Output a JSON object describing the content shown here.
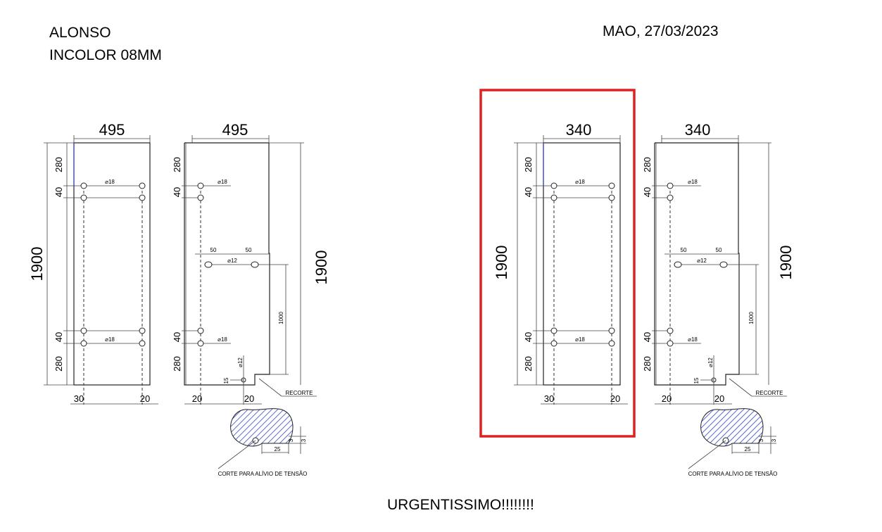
{
  "header": {
    "client": "ALONSO",
    "material": "INCOLOR 08MM",
    "place_date": "MAO, 27/03/2023"
  },
  "footer": {
    "note": "URGENTISSIMO!!!!!!!!"
  },
  "highlight_color": "#e02020",
  "panels": [
    {
      "width": "495",
      "height": "1900",
      "top_offsets": [
        "280",
        "40"
      ],
      "bottom_offsets": [
        "40",
        "280"
      ],
      "side_margins": [
        "30",
        "20"
      ],
      "hole_labels": [
        "⌀18",
        "⌀18"
      ]
    },
    {
      "width": "495",
      "height": "1900",
      "top_offsets": [
        "280",
        "40"
      ],
      "bottom_offsets": [
        "40",
        "280"
      ],
      "side_margins": [
        "20",
        "20"
      ],
      "hole_labels": [
        "⌀18",
        "⌀12",
        "⌀18",
        "⌀12"
      ],
      "notch_offsets": [
        "50",
        "50"
      ],
      "notch_height": "1000",
      "small_dim": "15",
      "cut_label": "RECORTE",
      "relief_label": "CORTE PARA ALÍVIO DE TENSÃO",
      "relief_dims": [
        "25",
        "3",
        "3"
      ]
    },
    {
      "width": "340",
      "height": "1900",
      "top_offsets": [
        "280",
        "40"
      ],
      "bottom_offsets": [
        "40",
        "280"
      ],
      "side_margins": [
        "30",
        "20"
      ],
      "hole_labels": [
        "⌀18",
        "⌀18"
      ]
    },
    {
      "width": "340",
      "height": "1900",
      "top_offsets": [
        "280",
        "40"
      ],
      "bottom_offsets": [
        "40",
        "280"
      ],
      "side_margins": [
        "20",
        "20"
      ],
      "hole_labels": [
        "⌀18",
        "⌀12",
        "⌀18",
        "⌀12"
      ],
      "notch_offsets": [
        "50",
        "50"
      ],
      "notch_height": "1000",
      "small_dim": "15",
      "cut_label": "RECORTE",
      "relief_label": "CORTE PARA ALÍVIO DE TENSÃO",
      "relief_dims": [
        "25",
        "3",
        "3"
      ]
    }
  ]
}
